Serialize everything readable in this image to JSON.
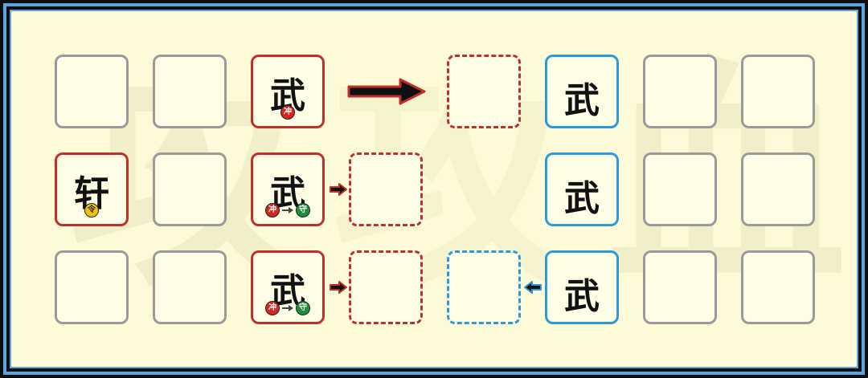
{
  "watermark": [
    "攻",
    "攻",
    "血"
  ],
  "tiles": {
    "xuan": {
      "char": "轩",
      "badge": "令"
    },
    "wu_r1": {
      "char": "武",
      "badge": "冲"
    },
    "wu_r2": {
      "char": "武",
      "badge_from": "冲",
      "badge_to": "守"
    },
    "wu_r3": {
      "char": "武",
      "badge_from": "冲",
      "badge_to": "守"
    },
    "wu_b1": {
      "char": "武"
    },
    "wu_b2": {
      "char": "武"
    },
    "wu_b3": {
      "char": "武"
    }
  },
  "colors": {
    "red_team": "#c0302a",
    "blue_team": "#2b9ad8",
    "empty": "#9a9a9a",
    "background": "#fdfbd7"
  }
}
